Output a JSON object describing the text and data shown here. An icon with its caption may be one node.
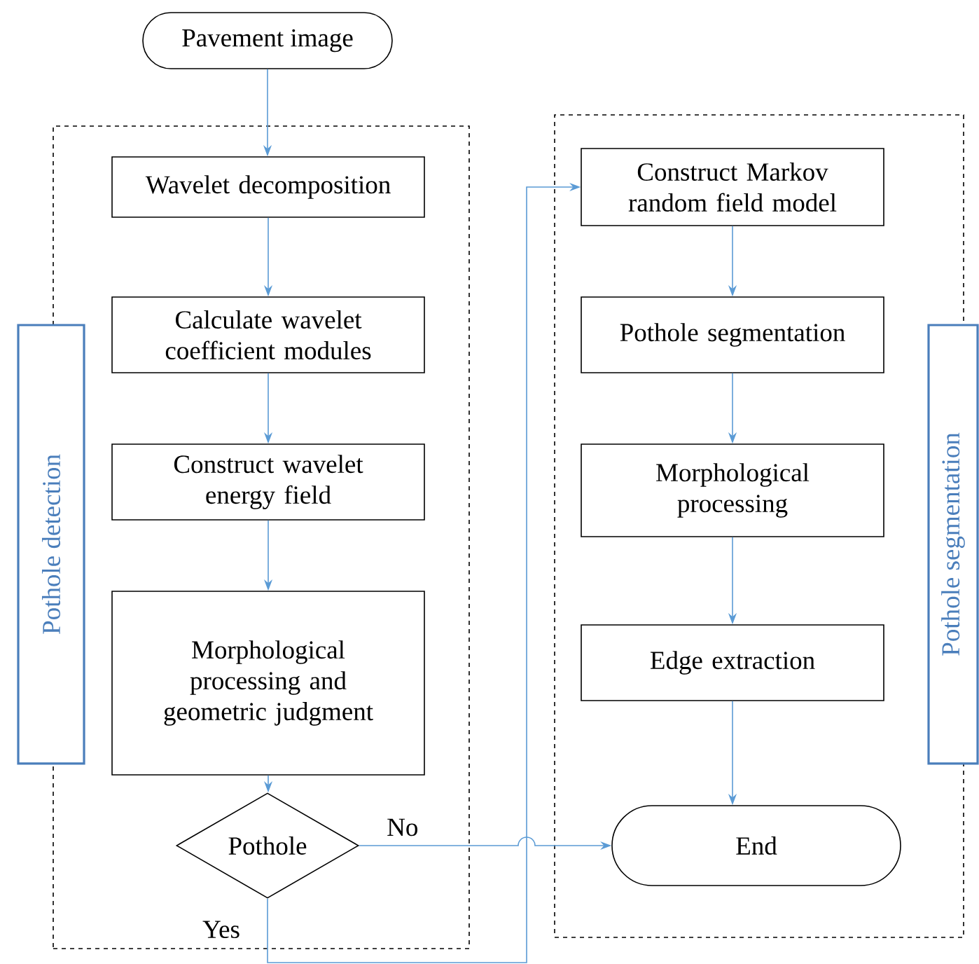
{
  "diagram": {
    "nodes": [
      {
        "text": [
          "Pavement image"
        ]
      },
      {
        "text": [],
        "shape": "box"
      },
      {
        "text": [
          "Pothole detection"
        ]
      },
      {
        "text": [
          "Wavelet decomposition"
        ],
        "in": 1
      },
      {
        "text": [
          "Calculate wavelet coefficient modules"
        ],
        "in": 1
      },
      {
        "text": [
          "Construct wavelet energy field"
        ],
        "in": 1
      },
      {
        "text": [
          "Morphological processing and geometric judgment"
        ],
        "in": 1
      },
      {
        "text": [
          "Pothole"
        ],
        "in": 1
      },
      {
        "text": [],
        "shape": "box"
      },
      {
        "text": [
          "Construct Markov random field model"
        ],
        "in": 8
      },
      {
        "text": [
          "Pothole segmentation"
        ],
        "in": 8
      },
      {
        "text": [
          "Morphological processing"
        ],
        "in": 8
      },
      {
        "text": [
          "Edge extraction"
        ],
        "in": 8
      },
      {
        "text": [
          "End"
        ],
        "in": 8
      },
      {
        "text": [
          "Pothole segmentation"
        ]
      }
    ],
    "edges": [
      {
        "from": 0,
        "to": 3,
        "arrow": "to"
      },
      {
        "from": 3,
        "to": 4,
        "arrow": "to"
      },
      {
        "from": 4,
        "to": 5,
        "arrow": "to"
      },
      {
        "from": 5,
        "to": 6,
        "arrow": "to"
      },
      {
        "from": 6,
        "to": 7,
        "arrow": "to"
      },
      {
        "from": 7,
        "to": 9,
        "arrow": "to",
        "label": "Yes"
      },
      {
        "from": 7,
        "to": 13,
        "arrow": "to",
        "label": "No"
      },
      {
        "from": 9,
        "to": 10,
        "arrow": "to"
      },
      {
        "from": 10,
        "to": 11,
        "arrow": "to"
      },
      {
        "from": 11,
        "to": 12,
        "arrow": "to"
      },
      {
        "from": 12,
        "to": 13,
        "arrow": "to"
      }
    ]
  }
}
